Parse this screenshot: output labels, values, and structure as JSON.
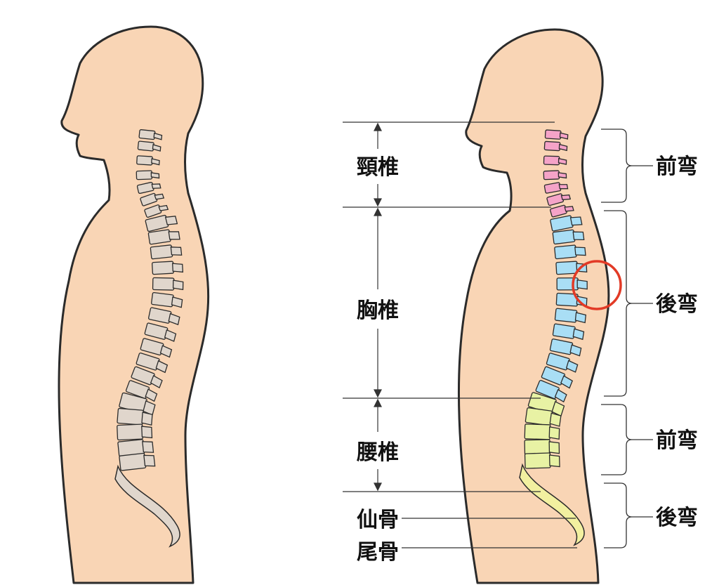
{
  "colors": {
    "skin": "#f9d5b5",
    "outline": "#2b2b2b",
    "bone_plain": "#e0d6cc",
    "cervical": "#f5a3c8",
    "thoracic": "#a9def5",
    "lumbar": "#e8f2a4",
    "sacrum": "#f2f0a0",
    "highlight_circle": "#e23a26",
    "line": "#333333"
  },
  "regions": [
    {
      "name": "頸椎",
      "key": "cervical",
      "count": 7
    },
    {
      "name": "胸椎",
      "key": "thoracic",
      "count": 12
    },
    {
      "name": "腰椎",
      "key": "lumbar",
      "count": 5
    },
    {
      "name": "仙骨",
      "key": "sacrum"
    },
    {
      "name": "尾骨",
      "key": "coccyx"
    }
  ],
  "curvatures": [
    {
      "name": "前弯",
      "region": "cervical"
    },
    {
      "name": "後弯",
      "region": "thoracic"
    },
    {
      "name": "前弯",
      "region": "lumbar"
    },
    {
      "name": "後弯",
      "region": "sacral"
    }
  ],
  "highlight": {
    "shape": "circle",
    "region": "thoracic"
  }
}
